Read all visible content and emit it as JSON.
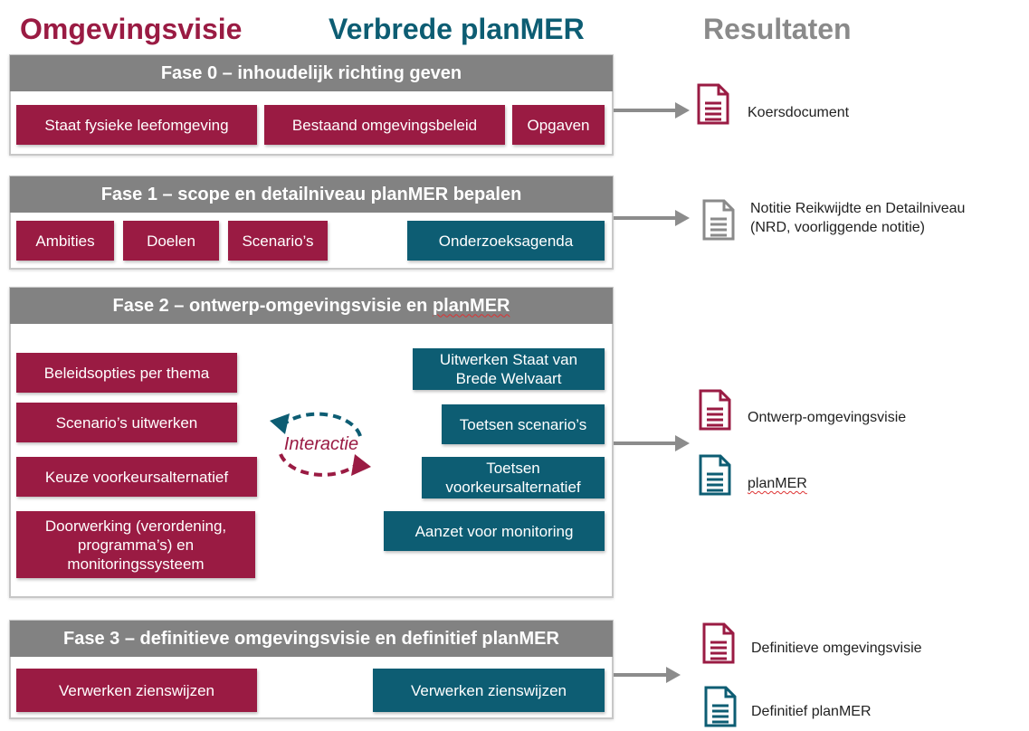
{
  "headings": {
    "omgevingsvisie": "Omgevingsvisie",
    "planmer": "Verbrede planMER",
    "resultaten": "Resultaten"
  },
  "colors": {
    "omgevingsvisie": "#9a1b43",
    "planmer": "#0d5d73",
    "phase_header": "#828282",
    "arrow": "#8c8c8c"
  },
  "phases": {
    "fase0": {
      "title": "Fase 0 – inhoudelijk richting geven",
      "boxes": [
        "Staat fysieke leefomgeving",
        "Bestaand omgevingsbeleid",
        "Opgaven"
      ]
    },
    "fase1": {
      "title": "Fase 1 – scope en detailniveau planMER bepalen",
      "red_boxes": [
        "Ambities",
        "Doelen",
        "Scenario’s"
      ],
      "teal_boxes": [
        "Onderzoeksagenda"
      ]
    },
    "fase2": {
      "title_prefix": "Fase 2 – ontwerp-omgevingsvisie en ",
      "title_suffix": "planMER",
      "red_boxes": [
        "Beleidsopties per thema",
        "Scenario’s uitwerken",
        "Keuze voorkeursalternatief",
        "Doorwerking (verordening, programma’s) en monitoringssysteem"
      ],
      "teal_boxes": [
        "Uitwerken Staat van Brede Welvaart",
        "Toetsen scenario’s",
        "Toetsen voorkeursalternatief",
        "Aanzet voor monitoring"
      ],
      "interaction_label": "Interactie"
    },
    "fase3": {
      "title": "Fase 3 – definitieve omgevingsvisie en definitief planMER",
      "red_boxes": [
        "Verwerken zienswijzen"
      ],
      "teal_boxes": [
        "Verwerken zienswijzen"
      ]
    }
  },
  "results": {
    "fase0": [
      {
        "label": "Koersdocument",
        "icon": "document-red-icon"
      }
    ],
    "fase1": [
      {
        "label_line1": "Notitie Reikwijdte en Detailniveau",
        "label_line2": "(NRD, voorliggende notitie)",
        "icon": "document-grey-icon"
      }
    ],
    "fase2": [
      {
        "label": "Ontwerp-omgevingsvisie",
        "icon": "document-red-icon"
      },
      {
        "label": "planMER",
        "icon": "document-teal-icon"
      }
    ],
    "fase3": [
      {
        "label": "Definitieve omgevingsvisie",
        "icon": "document-red-icon"
      },
      {
        "label": "Definitief planMER",
        "icon": "document-teal-icon"
      }
    ]
  }
}
